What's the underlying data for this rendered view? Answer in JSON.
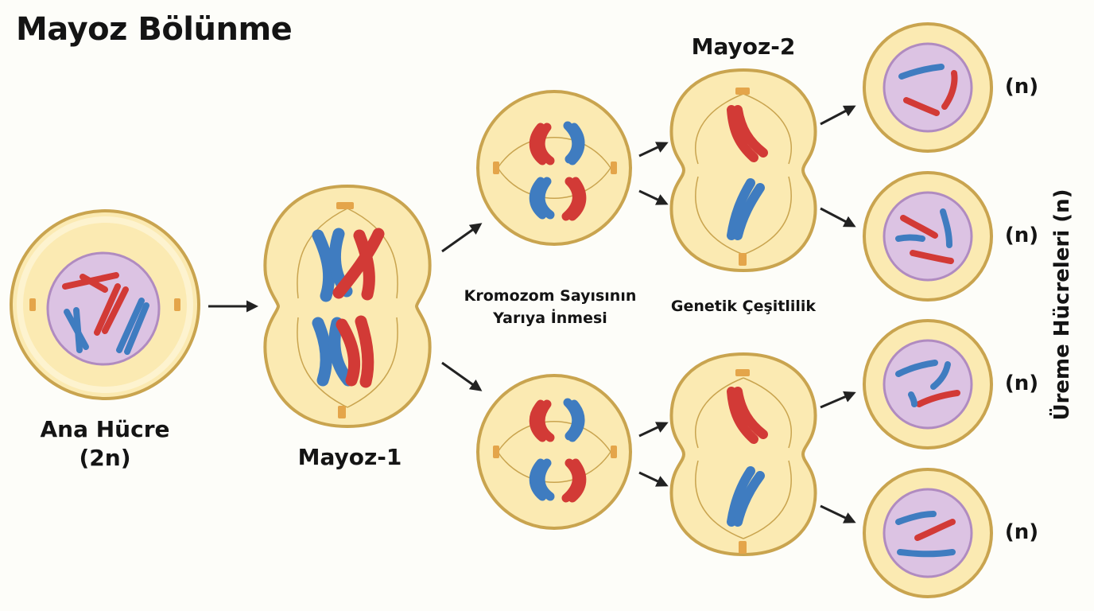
{
  "title": "Mayoz Bölünme",
  "labels": {
    "ana_hucre_line1": "Ana Hücre",
    "ana_hucre_line2": "(2n)",
    "mayoz1": "Mayoz-1",
    "mayoz2": "Mayoz-2",
    "kromozom_line1": "Kromozom Sayısının",
    "kromozom_line2": "Yarıya İnmesi",
    "genetik": "Genetik Çeşitlilik",
    "ureme": "Üreme Hücreleri (n)",
    "n1": "(n)",
    "n2": "(n)",
    "n3": "(n)",
    "n4": "(n)"
  },
  "colors": {
    "cell_fill": "#fbeab2",
    "cell_stroke": "#c9a44f",
    "nucleus_fill": "#dcc3e3",
    "nucleus_stroke": "#b08bc0",
    "chromosome_red": "#d23a36",
    "chromosome_blue": "#3f7cc0",
    "centriole": "#e4a54a",
    "arrow": "#222222"
  }
}
